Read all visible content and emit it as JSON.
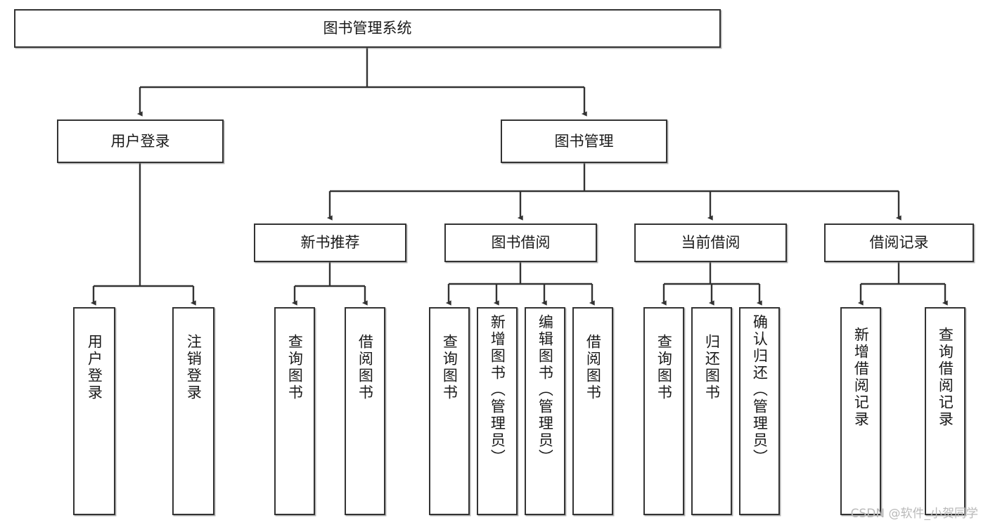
{
  "diagram": {
    "type": "tree-hierarchy",
    "title": "图书管理系统",
    "watermark": "CSDN @软件_小贺同学",
    "colors": {
      "box_border": "#333333",
      "box_fill": "#ffffff",
      "connector": "#333333",
      "text": "#1a1a1a",
      "watermark": "#b9b9b9"
    },
    "levels": [
      {
        "level": 1,
        "nodes": [
          {
            "id": "root",
            "label": "图书管理系统",
            "orientation": "horizontal"
          }
        ]
      },
      {
        "level": 2,
        "nodes": [
          {
            "id": "login",
            "label": "用户登录",
            "orientation": "horizontal",
            "parent": "root"
          },
          {
            "id": "bookmgmt",
            "label": "图书管理",
            "orientation": "horizontal",
            "parent": "root"
          }
        ]
      },
      {
        "level": 3,
        "nodes": [
          {
            "id": "newbook",
            "label": "新书推荐",
            "orientation": "horizontal",
            "parent": "bookmgmt"
          },
          {
            "id": "borrow",
            "label": "图书借阅",
            "orientation": "horizontal",
            "parent": "bookmgmt"
          },
          {
            "id": "current",
            "label": "当前借阅",
            "orientation": "horizontal",
            "parent": "bookmgmt"
          },
          {
            "id": "records",
            "label": "借阅记录",
            "orientation": "horizontal",
            "parent": "bookmgmt"
          }
        ]
      },
      {
        "level": 4,
        "nodes": [
          {
            "id": "leaf-user-login",
            "label": "用户登录",
            "orientation": "vertical",
            "parent": "login"
          },
          {
            "id": "leaf-user-logout",
            "label": "注销登录",
            "orientation": "vertical",
            "parent": "login"
          },
          {
            "id": "leaf-query-book-new",
            "label": "查询图书",
            "orientation": "vertical",
            "parent": "newbook"
          },
          {
            "id": "leaf-borrow-book-new",
            "label": "借阅图书",
            "orientation": "vertical",
            "parent": "newbook"
          },
          {
            "id": "leaf-query-book-borrow",
            "label": "查询图书",
            "orientation": "vertical",
            "parent": "borrow"
          },
          {
            "id": "leaf-add-book",
            "label": "新增图书（管理员）",
            "orientation": "vertical",
            "parent": "borrow"
          },
          {
            "id": "leaf-edit-book",
            "label": "编辑图书（管理员）",
            "orientation": "vertical",
            "parent": "borrow"
          },
          {
            "id": "leaf-borrow-book",
            "label": "借阅图书",
            "orientation": "vertical",
            "parent": "borrow"
          },
          {
            "id": "leaf-query-book-current",
            "label": "查询图书",
            "orientation": "vertical",
            "parent": "current"
          },
          {
            "id": "leaf-return-book",
            "label": "归还图书",
            "orientation": "vertical",
            "parent": "current"
          },
          {
            "id": "leaf-confirm-return",
            "label": "确认归还（管理员）",
            "orientation": "vertical",
            "parent": "current"
          },
          {
            "id": "leaf-add-record",
            "label": "新增借阅记录",
            "orientation": "vertical",
            "parent": "records"
          },
          {
            "id": "leaf-query-record",
            "label": "查询借阅记录",
            "orientation": "vertical",
            "parent": "records"
          }
        ]
      }
    ]
  }
}
